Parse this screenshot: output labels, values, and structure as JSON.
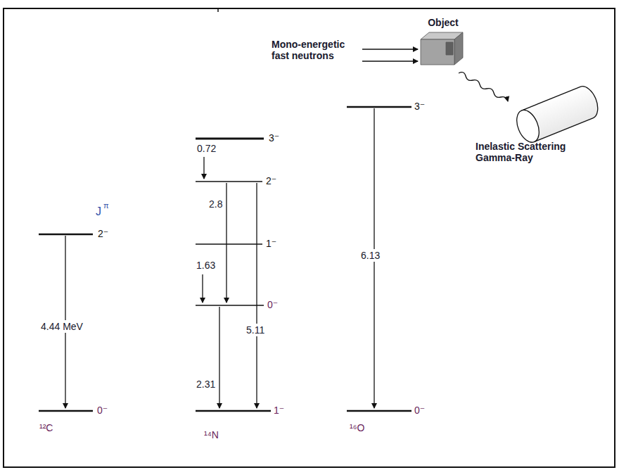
{
  "diagram": {
    "nodes": [
      {
        "text": [
          "Object"
        ]
      }
    ],
    "labels": [
      "Mono-energetic fast neutrons",
      "Inelastic Scattering Gamma-Ray",
      "J",
      "π",
      "2⁻",
      "4.44 MeV",
      "0⁻",
      "¹²C",
      "3⁻",
      "0.72",
      "2⁻",
      "2.8",
      "1⁻",
      "1.63",
      "0⁻",
      "5.11",
      "2.31",
      "1⁻",
      "¹⁴N",
      "3⁻",
      "6.13",
      "0⁻",
      "¹⁶O"
    ]
  }
}
